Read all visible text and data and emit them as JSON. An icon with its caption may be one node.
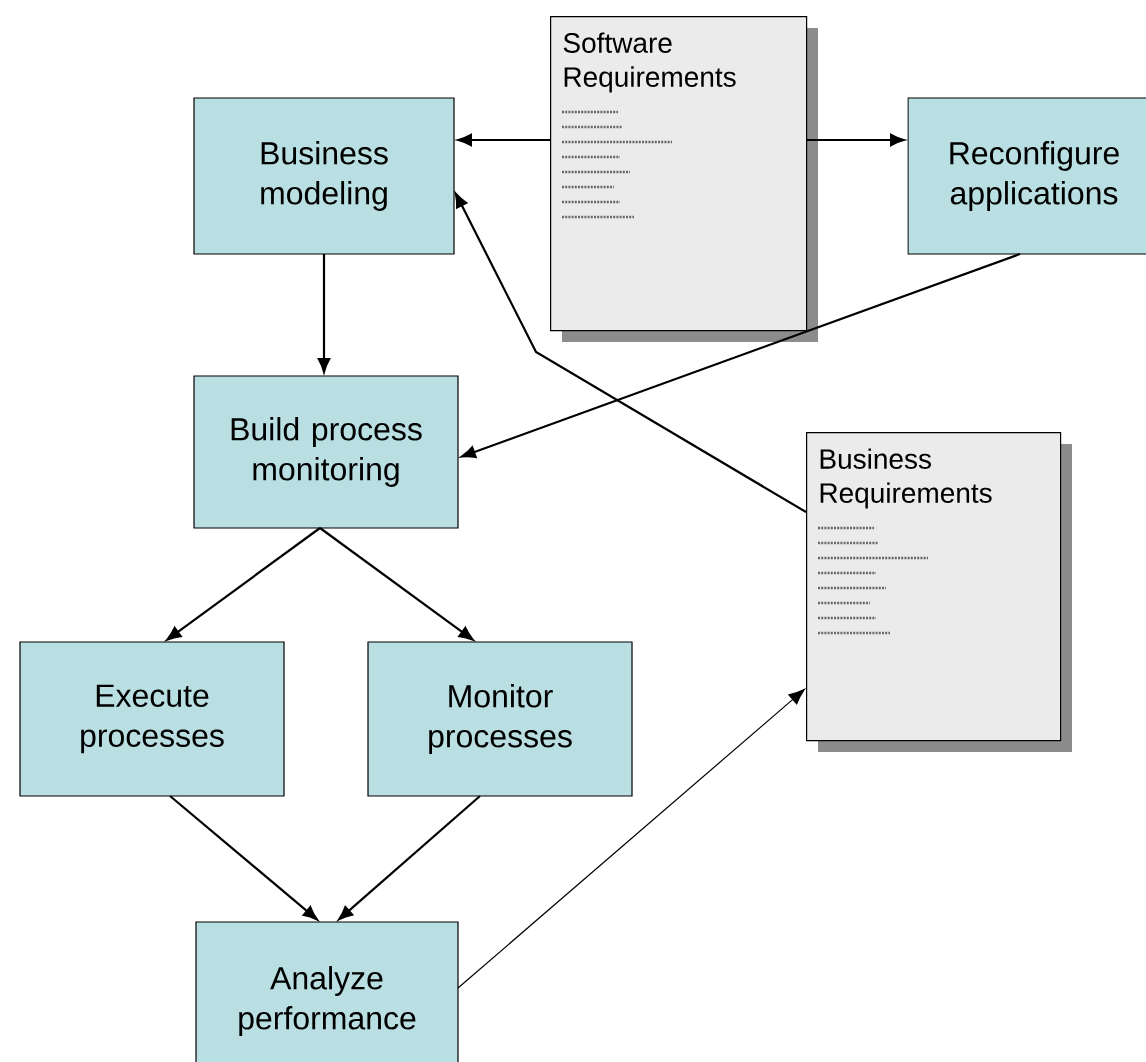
{
  "diagram": {
    "nodes": [
      {
        "text": [
          "Business modeling"
        ]
      },
      {
        "text": [
          "Software Requirements"
        ]
      },
      {
        "text": [
          "Reconfigure applications"
        ]
      },
      {
        "text": [
          "Build process monitoring"
        ]
      },
      {
        "text": [
          "Business Requirements"
        ]
      },
      {
        "text": [
          "Execute processes"
        ]
      },
      {
        "text": [
          "Monitor processes"
        ]
      },
      {
        "text": [
          "Analyze performance"
        ]
      }
    ],
    "edges": [
      {
        "from": 1,
        "to": 0,
        "arrow": "to"
      },
      {
        "from": 1,
        "to": 2,
        "arrow": "to"
      },
      {
        "from": 0,
        "to": 3,
        "arrow": "to"
      },
      {
        "from": 2,
        "to": 3,
        "arrow": "to"
      },
      {
        "from": 4,
        "to": 0,
        "arrow": "to"
      },
      {
        "from": 3,
        "to": 5,
        "arrow": "to"
      },
      {
        "from": 3,
        "to": 6,
        "arrow": "to"
      },
      {
        "from": 5,
        "to": 7,
        "arrow": "to"
      },
      {
        "from": 6,
        "to": 7,
        "arrow": "to"
      },
      {
        "from": 7,
        "to": 4,
        "arrow": "to"
      }
    ]
  }
}
